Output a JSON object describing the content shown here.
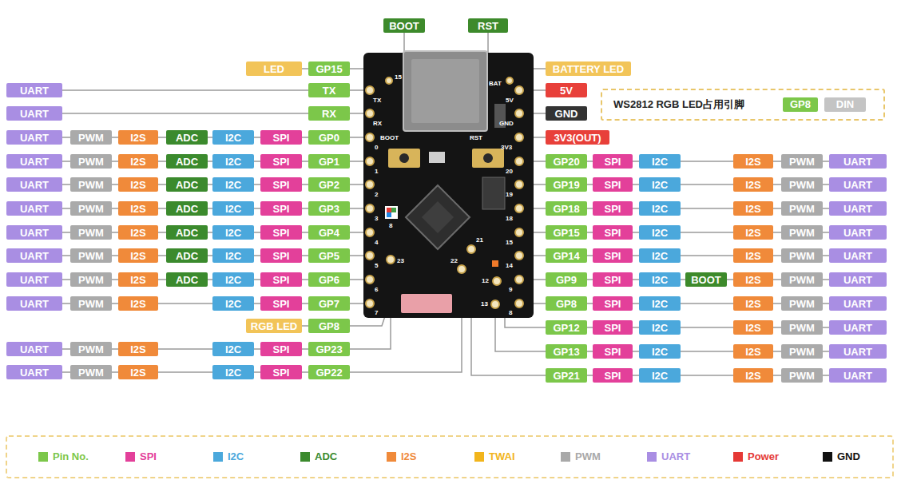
{
  "diagram": {
    "nodes": [
      {
        "text": [
          "BOOT"
        ]
      },
      {
        "text": [
          "RST"
        ]
      },
      {
        "text": [
          "LED"
        ]
      },
      {
        "text": [
          "GP15"
        ]
      },
      {
        "text": [
          "BATTERY LED"
        ]
      },
      {
        "text": [
          "UART"
        ]
      },
      {
        "text": [
          "TX"
        ]
      },
      {
        "text": [
          "UART"
        ]
      },
      {
        "text": [
          "RX"
        ]
      },
      {
        "text": [
          "UART"
        ]
      },
      {
        "text": [
          "PWM"
        ]
      },
      {
        "text": [
          "I2S"
        ]
      },
      {
        "text": [
          "ADC"
        ]
      },
      {
        "text": [
          "I2C"
        ]
      },
      {
        "text": [
          "SPI"
        ]
      },
      {
        "text": [
          "GP0"
        ]
      },
      {
        "text": [
          "UART"
        ]
      },
      {
        "text": [
          "PWM"
        ]
      },
      {
        "text": [
          "I2S"
        ]
      },
      {
        "text": [
          "ADC"
        ]
      },
      {
        "text": [
          "I2C"
        ]
      },
      {
        "text": [
          "SPI"
        ]
      },
      {
        "text": [
          "GP1"
        ]
      },
      {
        "text": [
          "UART"
        ]
      },
      {
        "text": [
          "PWM"
        ]
      },
      {
        "text": [
          "I2S"
        ]
      },
      {
        "text": [
          "ADC"
        ]
      },
      {
        "text": [
          "I2C"
        ]
      },
      {
        "text": [
          "SPI"
        ]
      },
      {
        "text": [
          "GP2"
        ]
      },
      {
        "text": [
          "UART"
        ]
      },
      {
        "text": [
          "PWM"
        ]
      },
      {
        "text": [
          "I2S"
        ]
      },
      {
        "text": [
          "ADC"
        ]
      },
      {
        "text": [
          "I2C"
        ]
      },
      {
        "text": [
          "SPI"
        ]
      },
      {
        "text": [
          "GP3"
        ]
      },
      {
        "text": [
          "UART"
        ]
      },
      {
        "text": [
          "PWM"
        ]
      },
      {
        "text": [
          "I2S"
        ]
      },
      {
        "text": [
          "ADC"
        ]
      },
      {
        "text": [
          "I2C"
        ]
      },
      {
        "text": [
          "SPI"
        ]
      },
      {
        "text": [
          "GP4"
        ]
      },
      {
        "text": [
          "UART"
        ]
      },
      {
        "text": [
          "PWM"
        ]
      },
      {
        "text": [
          "I2S"
        ]
      },
      {
        "text": [
          "ADC"
        ]
      },
      {
        "text": [
          "I2C"
        ]
      },
      {
        "text": [
          "SPI"
        ]
      },
      {
        "text": [
          "GP5"
        ]
      },
      {
        "text": [
          "UART"
        ]
      },
      {
        "text": [
          "PWM"
        ]
      },
      {
        "text": [
          "I2S"
        ]
      },
      {
        "text": [
          "ADC"
        ]
      },
      {
        "text": [
          "I2C"
        ]
      },
      {
        "text": [
          "SPI"
        ]
      },
      {
        "text": [
          "GP6"
        ]
      },
      {
        "text": [
          "UART"
        ]
      },
      {
        "text": [
          "PWM"
        ]
      },
      {
        "text": [
          "I2S"
        ]
      },
      {
        "text": [
          "I2C"
        ]
      },
      {
        "text": [
          "SPI"
        ]
      },
      {
        "text": [
          "GP7"
        ]
      },
      {
        "text": [
          "RGB LED"
        ]
      },
      {
        "text": [
          "GP8"
        ]
      },
      {
        "text": [
          "UART"
        ]
      },
      {
        "text": [
          "PWM"
        ]
      },
      {
        "text": [
          "I2S"
        ]
      },
      {
        "text": [
          "I2C"
        ]
      },
      {
        "text": [
          "SPI"
        ]
      },
      {
        "text": [
          "GP23"
        ]
      },
      {
        "text": [
          "UART"
        ]
      },
      {
        "text": [
          "PWM"
        ]
      },
      {
        "text": [
          "I2S"
        ]
      },
      {
        "text": [
          "I2C"
        ]
      },
      {
        "text": [
          "SPI"
        ]
      },
      {
        "text": [
          "GP22"
        ]
      },
      {
        "text": [
          "5V"
        ]
      },
      {
        "text": [
          "GND"
        ]
      },
      {
        "text": [
          "3V3(OUT)"
        ]
      },
      {
        "text": [
          "WS2812 RGB LED占用引脚"
        ]
      },
      {
        "text": [
          "GP8"
        ],
        "in": 81
      },
      {
        "text": [
          "DIN"
        ],
        "in": 81
      },
      {
        "text": [
          "GP20"
        ]
      },
      {
        "text": [
          "SPI"
        ]
      },
      {
        "text": [
          "I2C"
        ]
      },
      {
        "text": [
          "I2S"
        ]
      },
      {
        "text": [
          "PWM"
        ]
      },
      {
        "text": [
          "UART"
        ]
      },
      {
        "text": [
          "GP19"
        ]
      },
      {
        "text": [
          "SPI"
        ]
      },
      {
        "text": [
          "I2C"
        ]
      },
      {
        "text": [
          "I2S"
        ]
      },
      {
        "text": [
          "PWM"
        ]
      },
      {
        "text": [
          "UART"
        ]
      },
      {
        "text": [
          "GP18"
        ]
      },
      {
        "text": [
          "SPI"
        ]
      },
      {
        "text": [
          "I2C"
        ]
      },
      {
        "text": [
          "I2S"
        ]
      },
      {
        "text": [
          "PWM"
        ]
      },
      {
        "text": [
          "UART"
        ]
      },
      {
        "text": [
          "GP15"
        ]
      },
      {
        "text": [
          "SPI"
        ]
      },
      {
        "text": [
          "I2C"
        ]
      },
      {
        "text": [
          "I2S"
        ]
      },
      {
        "text": [
          "PWM"
        ]
      },
      {
        "text": [
          "UART"
        ]
      },
      {
        "text": [
          "GP14"
        ]
      },
      {
        "text": [
          "SPI"
        ]
      },
      {
        "text": [
          "I2C"
        ]
      },
      {
        "text": [
          "I2S"
        ]
      },
      {
        "text": [
          "PWM"
        ]
      },
      {
        "text": [
          "UART"
        ]
      },
      {
        "text": [
          "GP9"
        ]
      },
      {
        "text": [
          "SPI"
        ]
      },
      {
        "text": [
          "I2C"
        ]
      },
      {
        "text": [
          "BOOT"
        ]
      },
      {
        "text": [
          "I2S"
        ]
      },
      {
        "text": [
          "PWM"
        ]
      },
      {
        "text": [
          "UART"
        ]
      },
      {
        "text": [
          "GP8"
        ]
      },
      {
        "text": [
          "SPI"
        ]
      },
      {
        "text": [
          "I2C"
        ]
      },
      {
        "text": [
          "I2S"
        ]
      },
      {
        "text": [
          "PWM"
        ]
      },
      {
        "text": [
          "UART"
        ]
      },
      {
        "text": [
          "GP12"
        ]
      },
      {
        "text": [
          "SPI"
        ]
      },
      {
        "text": [
          "I2C"
        ]
      },
      {
        "text": [
          "I2S"
        ]
      },
      {
        "text": [
          "PWM"
        ]
      },
      {
        "text": [
          "UART"
        ]
      },
      {
        "text": [
          "GP13"
        ]
      },
      {
        "text": [
          "SPI"
        ]
      },
      {
        "text": [
          "I2C"
        ]
      },
      {
        "text": [
          "I2S"
        ]
      },
      {
        "text": [
          "PWM"
        ]
      },
      {
        "text": [
          "UART"
        ]
      },
      {
        "text": [
          "GP21"
        ]
      },
      {
        "text": [
          "SPI"
        ]
      },
      {
        "text": [
          "I2C"
        ]
      },
      {
        "text": [
          "I2S"
        ]
      },
      {
        "text": [
          "PWM"
        ]
      },
      {
        "text": [
          "UART"
        ]
      }
    ],
    "edges": [
      {
        "from": 2,
        "to": 3,
        "arrow": "none"
      },
      {
        "from": 5,
        "to": 6,
        "arrow": "none"
      },
      {
        "from": 7,
        "to": 8,
        "arrow": "none"
      },
      {
        "from": 9,
        "to": 10,
        "arrow": "none"
      },
      {
        "from": 10,
        "to": 11,
        "arrow": "none"
      },
      {
        "from": 11,
        "to": 12,
        "arrow": "none"
      },
      {
        "from": 12,
        "to": 13,
        "arrow": "none"
      },
      {
        "from": 13,
        "to": 14,
        "arrow": "none"
      },
      {
        "from": 14,
        "to": 15,
        "arrow": "none"
      },
      {
        "from": 16,
        "to": 17,
        "arrow": "none"
      },
      {
        "from": 17,
        "to": 18,
        "arrow": "none"
      },
      {
        "from": 18,
        "to": 19,
        "arrow": "none"
      },
      {
        "from": 19,
        "to": 20,
        "arrow": "none"
      },
      {
        "from": 20,
        "to": 21,
        "arrow": "none"
      },
      {
        "from": 21,
        "to": 22,
        "arrow": "none"
      },
      {
        "from": 23,
        "to": 24,
        "arrow": "none"
      },
      {
        "from": 24,
        "to": 25,
        "arrow": "none"
      },
      {
        "from": 25,
        "to": 26,
        "arrow": "none"
      },
      {
        "from": 26,
        "to": 27,
        "arrow": "none"
      },
      {
        "from": 27,
        "to": 28,
        "arrow": "none"
      },
      {
        "from": 28,
        "to": 29,
        "arrow": "none"
      },
      {
        "from": 30,
        "to": 31,
        "arrow": "none"
      },
      {
        "from": 31,
        "to": 32,
        "arrow": "none"
      },
      {
        "from": 32,
        "to": 33,
        "arrow": "none"
      },
      {
        "from": 33,
        "to": 34,
        "arrow": "none"
      },
      {
        "from": 34,
        "to": 35,
        "arrow": "none"
      },
      {
        "from": 35,
        "to": 36,
        "arrow": "none"
      },
      {
        "from": 37,
        "to": 38,
        "arrow": "none"
      },
      {
        "from": 38,
        "to": 39,
        "arrow": "none"
      },
      {
        "from": 39,
        "to": 40,
        "arrow": "none"
      },
      {
        "from": 40,
        "to": 41,
        "arrow": "none"
      },
      {
        "from": 41,
        "to": 42,
        "arrow": "none"
      },
      {
        "from": 42,
        "to": 43,
        "arrow": "none"
      },
      {
        "from": 44,
        "to": 45,
        "arrow": "none"
      },
      {
        "from": 45,
        "to": 46,
        "arrow": "none"
      },
      {
        "from": 46,
        "to": 47,
        "arrow": "none"
      },
      {
        "from": 47,
        "to": 48,
        "arrow": "none"
      },
      {
        "from": 48,
        "to": 49,
        "arrow": "none"
      },
      {
        "from": 49,
        "to": 50,
        "arrow": "none"
      },
      {
        "from": 51,
        "to": 52,
        "arrow": "none"
      },
      {
        "from": 52,
        "to": 53,
        "arrow": "none"
      },
      {
        "from": 53,
        "to": 54,
        "arrow": "none"
      },
      {
        "from": 54,
        "to": 55,
        "arrow": "none"
      },
      {
        "from": 55,
        "to": 56,
        "arrow": "none"
      },
      {
        "from": 56,
        "to": 57,
        "arrow": "none"
      },
      {
        "from": 58,
        "to": 59,
        "arrow": "none"
      },
      {
        "from": 59,
        "to": 60,
        "arrow": "none"
      },
      {
        "from": 60,
        "to": 61,
        "arrow": "none"
      },
      {
        "from": 61,
        "to": 62,
        "arrow": "none"
      },
      {
        "from": 62,
        "to": 63,
        "arrow": "none"
      },
      {
        "from": 64,
        "to": 65,
        "arrow": "none"
      },
      {
        "from": 66,
        "to": 67,
        "arrow": "none"
      },
      {
        "from": 67,
        "to": 68,
        "arrow": "none"
      },
      {
        "from": 68,
        "to": 69,
        "arrow": "none"
      },
      {
        "from": 69,
        "to": 70,
        "arrow": "none"
      },
      {
        "from": 70,
        "to": 71,
        "arrow": "none"
      },
      {
        "from": 72,
        "to": 73,
        "arrow": "none"
      },
      {
        "from": 73,
        "to": 74,
        "arrow": "none"
      },
      {
        "from": 74,
        "to": 75,
        "arrow": "none"
      },
      {
        "from": 75,
        "to": 76,
        "arrow": "none"
      },
      {
        "from": 76,
        "to": 77,
        "arrow": "none"
      },
      {
        "from": 84,
        "to": 85,
        "arrow": "none"
      },
      {
        "from": 85,
        "to": 86,
        "arrow": "none"
      },
      {
        "from": 86,
        "to": 87,
        "arrow": "none"
      },
      {
        "from": 87,
        "to": 88,
        "arrow": "none"
      },
      {
        "from": 88,
        "to": 89,
        "arrow": "none"
      },
      {
        "from": 90,
        "to": 91,
        "arrow": "none"
      },
      {
        "from": 91,
        "to": 92,
        "arrow": "none"
      },
      {
        "from": 92,
        "to": 93,
        "arrow": "none"
      },
      {
        "from": 93,
        "to": 94,
        "arrow": "none"
      },
      {
        "from": 94,
        "to": 95,
        "arrow": "none"
      },
      {
        "from": 96,
        "to": 97,
        "arrow": "none"
      },
      {
        "from": 97,
        "to": 98,
        "arrow": "none"
      },
      {
        "from": 98,
        "to": 99,
        "arrow": "none"
      },
      {
        "from": 99,
        "to": 100,
        "arrow": "none"
      },
      {
        "from": 100,
        "to": 101,
        "arrow": "none"
      },
      {
        "from": 102,
        "to": 103,
        "arrow": "none"
      },
      {
        "from": 103,
        "to": 104,
        "arrow": "none"
      },
      {
        "from": 104,
        "to": 105,
        "arrow": "none"
      },
      {
        "from": 105,
        "to": 106,
        "arrow": "none"
      },
      {
        "from": 106,
        "to": 107,
        "arrow": "none"
      },
      {
        "from": 108,
        "to": 109,
        "arrow": "none"
      },
      {
        "from": 109,
        "to": 110,
        "arrow": "none"
      },
      {
        "from": 110,
        "to": 111,
        "arrow": "none"
      },
      {
        "from": 111,
        "to": 112,
        "arrow": "none"
      },
      {
        "from": 112,
        "to": 113,
        "arrow": "none"
      },
      {
        "from": 114,
        "to": 115,
        "arrow": "none"
      },
      {
        "from": 115,
        "to": 116,
        "arrow": "none"
      },
      {
        "from": 116,
        "to": 117,
        "arrow": "none"
      },
      {
        "from": 117,
        "to": 118,
        "arrow": "none"
      },
      {
        "from": 118,
        "to": 119,
        "arrow": "none"
      },
      {
        "from": 119,
        "to": 120,
        "arrow": "none"
      },
      {
        "from": 121,
        "to": 122,
        "arrow": "none"
      },
      {
        "from": 122,
        "to": 123,
        "arrow": "none"
      },
      {
        "from": 123,
        "to": 124,
        "arrow": "none"
      },
      {
        "from": 124,
        "to": 125,
        "arrow": "none"
      },
      {
        "from": 125,
        "to": 126,
        "arrow": "none"
      },
      {
        "from": 127,
        "to": 128,
        "arrow": "none"
      },
      {
        "from": 128,
        "to": 129,
        "arrow": "none"
      },
      {
        "from": 129,
        "to": 130,
        "arrow": "none"
      },
      {
        "from": 130,
        "to": 131,
        "arrow": "none"
      },
      {
        "from": 131,
        "to": 132,
        "arrow": "none"
      },
      {
        "from": 133,
        "to": 134,
        "arrow": "none"
      },
      {
        "from": 134,
        "to": 135,
        "arrow": "none"
      },
      {
        "from": 135,
        "to": 136,
        "arrow": "none"
      },
      {
        "from": 136,
        "to": 137,
        "arrow": "none"
      },
      {
        "from": 137,
        "to": 138,
        "arrow": "none"
      },
      {
        "from": 139,
        "to": 140,
        "arrow": "none"
      },
      {
        "from": 140,
        "to": 141,
        "arrow": "none"
      },
      {
        "from": 141,
        "to": 142,
        "arrow": "none"
      },
      {
        "from": 142,
        "to": 143,
        "arrow": "none"
      },
      {
        "from": 143,
        "to": 144,
        "arrow": "none"
      }
    ],
    "labels": [
      "15",
      "TX",
      "RX",
      "0",
      "1",
      "2",
      "3",
      "4",
      "5",
      "6",
      "7",
      "BAT",
      "5V",
      "GND",
      "3V3",
      "20",
      "19",
      "18",
      "15",
      "14",
      "9",
      "8",
      "BOOT",
      "RST",
      "23",
      "22",
      "21",
      "12",
      "13",
      "8"
    ],
    "legend": [
      {
        "text": "Pin No.",
        "color": "#7cc74a"
      },
      {
        "text": "SPI",
        "color": "#e3409a"
      },
      {
        "text": "I2C",
        "color": "#4ba8dc"
      },
      {
        "text": "ADC",
        "color": "#3b8a2d"
      },
      {
        "text": "I2S",
        "color": "#f08a3a"
      },
      {
        "text": "TWAI",
        "color": "#f2b51c"
      },
      {
        "text": "PWM",
        "color": "#a9a9a9"
      },
      {
        "text": "UART",
        "color": "#a98ee3"
      },
      {
        "text": "Power",
        "color": "#e53935"
      },
      {
        "text": "GND",
        "color": "#111111"
      }
    ]
  }
}
